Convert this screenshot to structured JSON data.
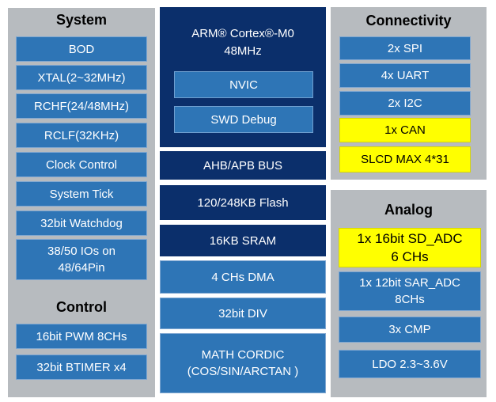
{
  "system": {
    "title": "System",
    "items": [
      "BOD",
      "XTAL(2~32MHz)",
      "RCHF(24/48MHz)",
      "RCLF(32KHz)",
      "Clock Control",
      "System Tick",
      "32bit Watchdog",
      "38/50 IOs on\n48/64Pin"
    ]
  },
  "control": {
    "title": "Control",
    "items": [
      "16bit PWM 8CHs",
      "32bit BTIMER x4"
    ]
  },
  "core": {
    "title": "ARM® Cortex®-M0\n48MHz",
    "items": [
      "NVIC",
      "SWD Debug"
    ]
  },
  "center": {
    "items": [
      "AHB/APB BUS",
      "120/248KB Flash",
      "16KB SRAM",
      "4 CHs DMA",
      "32bit DIV",
      "MATH CORDIC\n(COS/SIN/ARCTAN )"
    ]
  },
  "connectivity": {
    "title": "Connectivity",
    "items": [
      "2x SPI",
      "4x UART",
      "2x I2C",
      "1x CAN",
      "SLCD MAX 4*31"
    ]
  },
  "analog": {
    "title": "Analog",
    "items": [
      "1x 16bit SD_ADC\n6 CHs",
      "1x 12bit SAR_ADC\n8CHs",
      "3x CMP",
      "LDO 2.3~3.6V"
    ]
  },
  "colors": {
    "panel": "#b7bbbf",
    "box_blue": "#2e75b6",
    "box_dark": "#0b2f6b",
    "highlight": "#ffff00"
  }
}
